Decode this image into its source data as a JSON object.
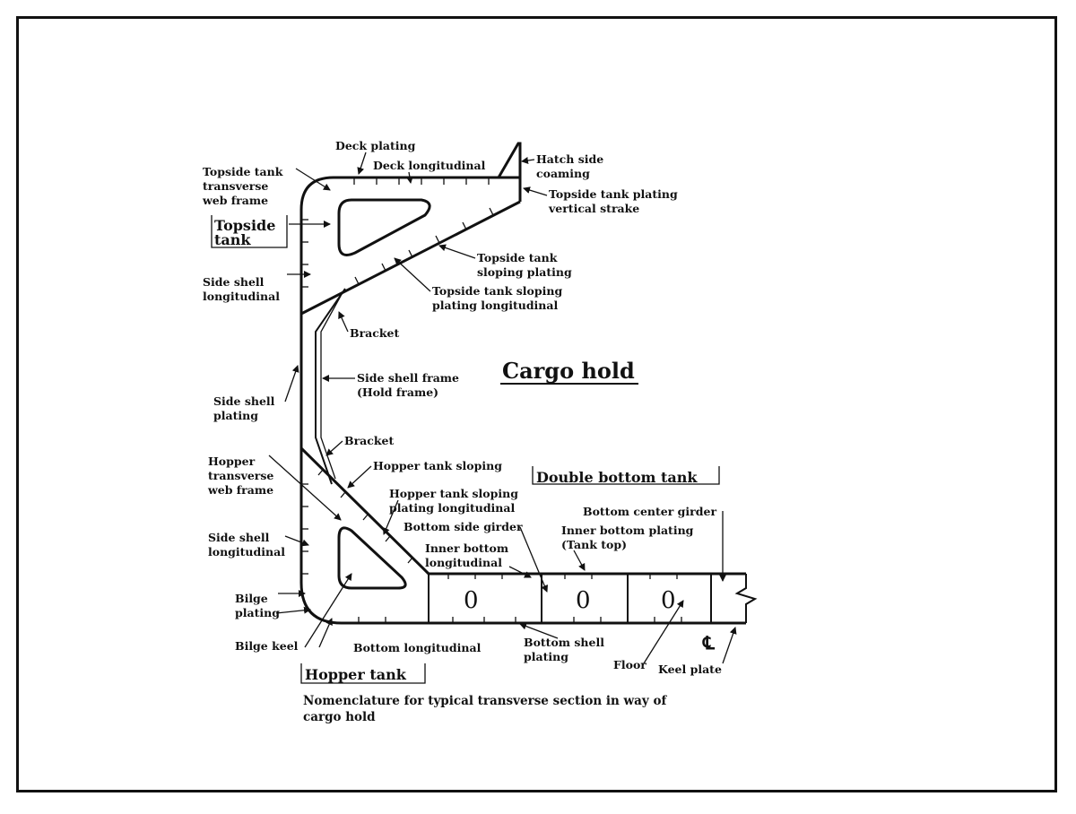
{
  "title": "Cargo hold",
  "caption": {
    "line1": "Nomenclature for typical transverse section in way of",
    "line2": "cargo hold"
  },
  "boxed_labels": {
    "topside_tank_1": "Topside",
    "topside_tank_2": "tank",
    "hopper_tank": "Hopper tank",
    "double_bottom_tank": "Double bottom tank"
  },
  "labels": {
    "deck_plating": "Deck plating",
    "deck_longitudinal": "Deck longitudinal",
    "hatch_side_coaming_1": "Hatch side",
    "hatch_side_coaming_2": "coaming",
    "topside_web_frame_1": "Topside tank",
    "topside_web_frame_2": "transverse",
    "topside_web_frame_3": "web frame",
    "topside_plating_vertical_1": "Topside tank plating",
    "topside_plating_vertical_2": "vertical strake",
    "topside_sloping_plating_1": "Topside tank",
    "topside_sloping_plating_2": "sloping plating",
    "topside_sloping_long_1": "Topside tank sloping",
    "topside_sloping_long_2": "plating longitudinal",
    "side_shell_long_top_1": "Side shell",
    "side_shell_long_top_2": "longitudinal",
    "bracket_top": "Bracket",
    "side_shell_frame_1": "Side shell frame",
    "side_shell_frame_2": "(Hold frame)",
    "side_shell_plating_1": "Side shell",
    "side_shell_plating_2": "plating",
    "bracket_bottom": "Bracket",
    "hopper_web_frame_1": "Hopper",
    "hopper_web_frame_2": "transverse",
    "hopper_web_frame_3": "web frame",
    "hopper_sloping": "Hopper tank sloping",
    "hopper_sloping_long_1": "Hopper tank sloping",
    "hopper_sloping_long_2": "plating longitudinal",
    "bottom_center_girder": "Bottom center girder",
    "bottom_side_girder": "Bottom side girder",
    "inner_bottom_plating_1": "Inner bottom plating",
    "inner_bottom_plating_2": "(Tank top)",
    "side_shell_long_bottom_1": "Side shell",
    "side_shell_long_bottom_2": "longitudinal",
    "inner_bottom_long_1": "Inner bottom",
    "inner_bottom_long_2": "longitudinal",
    "bilge_plating_1": "Bilge",
    "bilge_plating_2": "plating",
    "bilge_keel": "Bilge keel",
    "bottom_longitudinal": "Bottom longitudinal",
    "bottom_shell_plating_1": "Bottom shell",
    "bottom_shell_plating_2": "plating",
    "floor": "Floor",
    "keel_plate": "Keel plate",
    "centerline_symbol": "℄",
    "lightening_hole": "0"
  }
}
